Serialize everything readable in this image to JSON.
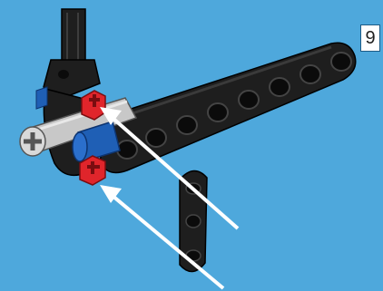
{
  "step": {
    "number": "9"
  },
  "colors": {
    "background": "#4ea8dc",
    "beam": "#1e1e1e",
    "beam_hole": "#0b0b0b",
    "axle_gray": "#c8c8c8",
    "pin_blue": "#1f5fb5",
    "bushing_red": "#e0252b",
    "arrow": "#ffffff"
  },
  "parts": [
    {
      "name": "long-black-beam",
      "icon": "beam-icon"
    },
    {
      "name": "vertical-axle-connector",
      "icon": "connector-icon"
    },
    {
      "name": "gray-cross-axle",
      "icon": "axle-icon"
    },
    {
      "name": "blue-pin",
      "icon": "pin-icon"
    },
    {
      "name": "red-bushing-upper",
      "icon": "bushing-icon"
    },
    {
      "name": "red-bushing-lower",
      "icon": "bushing-icon"
    },
    {
      "name": "short-black-link",
      "icon": "link-icon"
    }
  ]
}
